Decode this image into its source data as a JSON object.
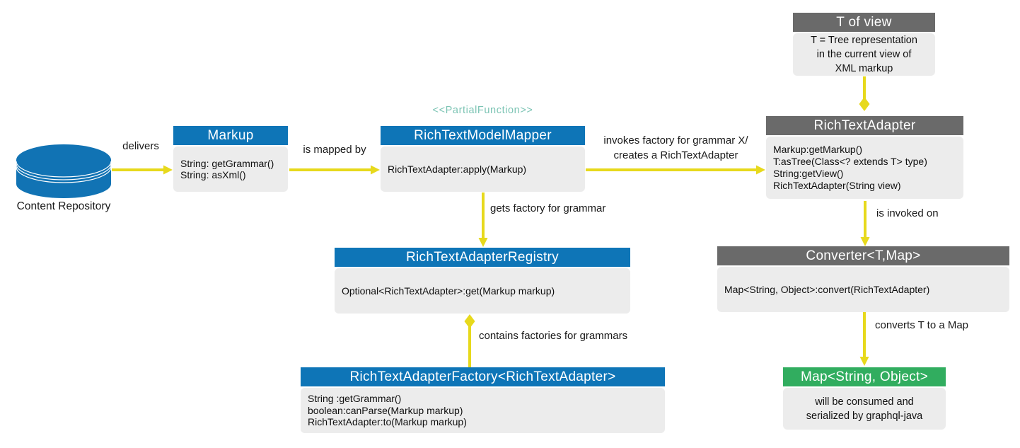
{
  "colors": {
    "class_header_blue": "#0e75b7",
    "note_header_gray": "#6a6a6a",
    "result_header_green": "#31ad5f",
    "body_gray": "#ececec",
    "arrow_yellow": "#e7d91c",
    "stereotype_teal": "#7cc4b4"
  },
  "nodes": {
    "content_repository": {
      "label": "Content Repository"
    },
    "markup": {
      "title": "Markup",
      "methods": [
        "String: getGrammar()",
        "String: asXml()"
      ]
    },
    "model_mapper": {
      "stereotype": "<<PartialFunction>>",
      "title": "RichTextModelMapper",
      "methods": [
        "RichTextAdapter:apply(Markup)"
      ]
    },
    "rich_text_adapter": {
      "title": "RichTextAdapter",
      "methods": [
        "Markup:getMarkup()",
        "T:asTree(Class<? extends T> type)",
        "String:getView()",
        "RichTextAdapter(String view)"
      ]
    },
    "t_of_view": {
      "title": "T of view",
      "note": [
        "T = Tree representation",
        "in the current view of",
        "XML markup"
      ]
    },
    "registry": {
      "title": "RichTextAdapterRegistry",
      "methods": [
        "Optional<RichTextAdapter>:get(Markup markup)"
      ]
    },
    "factory": {
      "title": "RichTextAdapterFactory<RichTextAdapter>",
      "methods": [
        "String :getGrammar()",
        "boolean:canParse(Markup markup)",
        "RichTextAdapter:to(Markup markup)"
      ]
    },
    "converter": {
      "title": "Converter<T,Map>",
      "methods": [
        "Map<String, Object>:convert(RichTextAdapter)"
      ]
    },
    "map_result": {
      "title": "Map<String, Object>",
      "note": [
        "will be consumed and",
        "serialized by graphql-java"
      ]
    }
  },
  "edges": {
    "delivers": "delivers",
    "is_mapped_by": "is mapped by",
    "invokes_factory_line1": "invokes factory for grammar X/",
    "invokes_factory_line2": "creates a RichTextAdapter",
    "gets_factory": "gets factory for grammar",
    "contains_factories": "contains factories for grammars",
    "is_invoked_on": "is invoked on",
    "converts": "converts T to a Map"
  }
}
